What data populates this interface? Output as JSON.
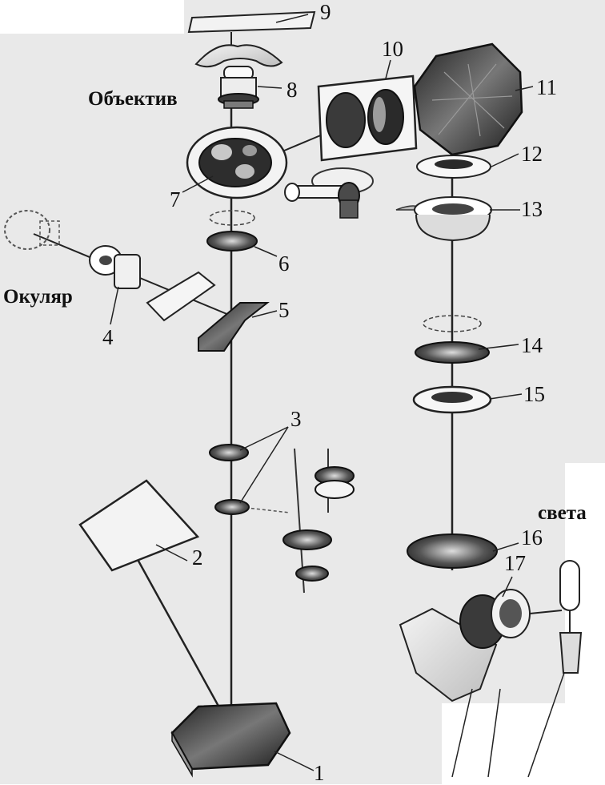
{
  "diagram": {
    "labels": {
      "objective": "Объектив",
      "eyepiece": "Окуляр",
      "light": "света"
    },
    "parts": [
      "1",
      "2",
      "3",
      "4",
      "5",
      "6",
      "7",
      "8",
      "9",
      "10",
      "11",
      "12",
      "13",
      "14",
      "15",
      "16",
      "17"
    ],
    "colors": {
      "ink": "#111111",
      "gray": "#6a6a6a",
      "scan_bg": "#e9e9e9",
      "paper": "#ffffff"
    }
  }
}
